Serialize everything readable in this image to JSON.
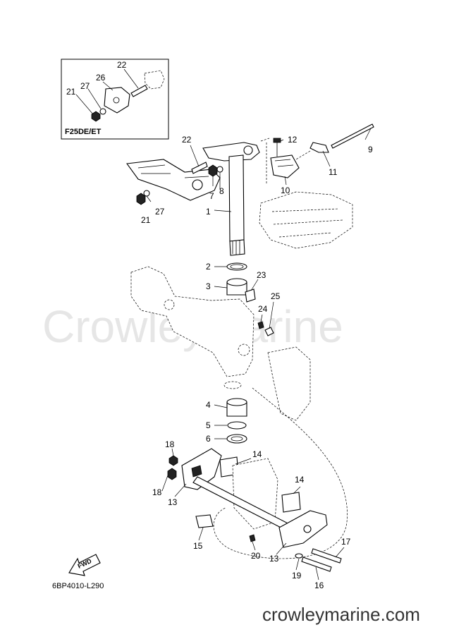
{
  "watermark": "CrowleyMarine",
  "site_url": "crowleymarine.com",
  "diagram_code": "6BP4010-L290",
  "inset_label": "F25DE/ET",
  "fwd_label": "FWD",
  "callouts": [
    "1",
    "2",
    "3",
    "4",
    "5",
    "6",
    "7",
    "8",
    "9",
    "10",
    "11",
    "12",
    "13",
    "13",
    "14",
    "14",
    "15",
    "16",
    "17",
    "18",
    "18",
    "19",
    "20",
    "21",
    "21",
    "22",
    "22",
    "23",
    "24",
    "25",
    "26",
    "27",
    "27"
  ]
}
